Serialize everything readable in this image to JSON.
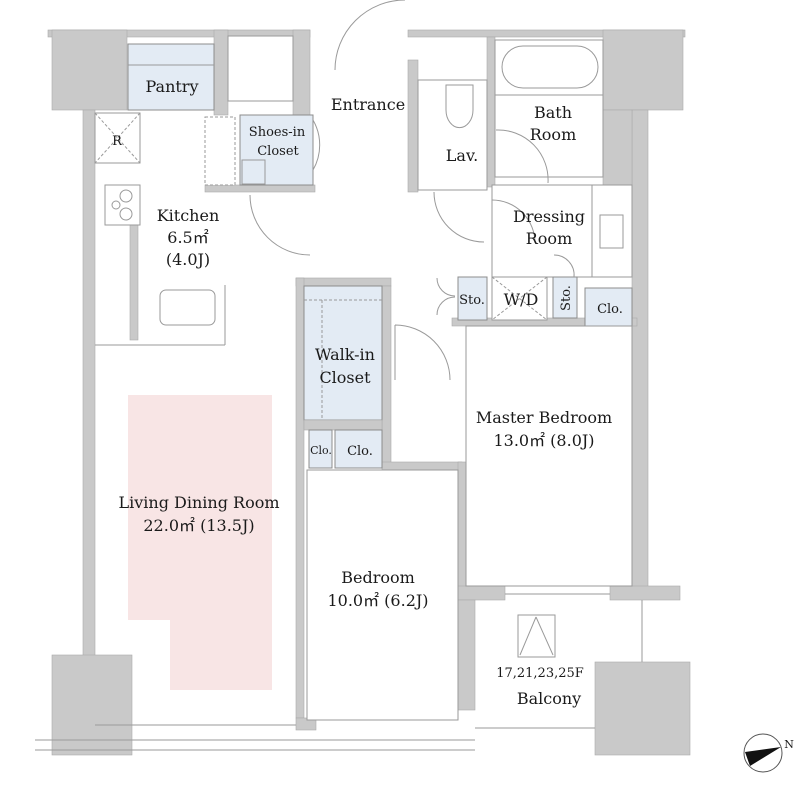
{
  "rooms": {
    "pantry": "Pantry",
    "refrigerator": "R",
    "entrance": "Entrance",
    "shoes_closet": [
      "Shoes-in",
      "Closet"
    ],
    "kitchen": [
      "Kitchen",
      "6.5㎡",
      "(4.0J)"
    ],
    "lavatory": "Lav.",
    "bath": [
      "Bath",
      "Room"
    ],
    "dressing": [
      "Dressing",
      "Room"
    ],
    "storage_1": "Sto.",
    "washer_dryer": "W/D",
    "storage_2": "Sto.",
    "closet_master": "Clo.",
    "walk_in_closet": [
      "Walk-in",
      "Closet"
    ],
    "closet_small": "Clo.",
    "closet_bedroom": "Clo.",
    "master_bedroom": [
      "Master Bedroom",
      "13.0㎡  (8.0J)"
    ],
    "living_dining": [
      "Living Dining Room",
      "22.0㎡  (13.5J)"
    ],
    "bedroom": [
      "Bedroom",
      "10.0㎡  (6.2J)"
    ],
    "balcony_floors": "17,21,23,25F",
    "balcony": "Balcony"
  },
  "compass": {
    "label": "N"
  },
  "colors": {
    "wall": "#c9c9c9",
    "closet": "#e3ebf4",
    "living_highlight": "#f8e5e5"
  }
}
